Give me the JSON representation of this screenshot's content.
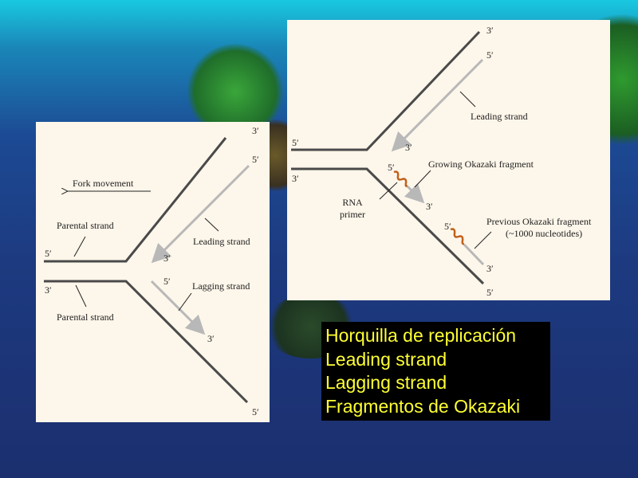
{
  "left_diagram": {
    "fork_movement": "Fork movement",
    "parental_strand_top": "Parental strand",
    "parental_strand_bottom": "Parental strand",
    "leading_strand": "Leading strand",
    "lagging_strand": "Lagging strand",
    "end_top_3": "3′",
    "end_top_5": "5′",
    "end_left_5": "5′",
    "end_left_3": "3′",
    "leading_3": "3′",
    "lagging_5": "5′",
    "lagging_3": "3′",
    "end_bottom_5": "5′"
  },
  "right_diagram": {
    "end_top_3": "3′",
    "end_top_5": "5′",
    "leading_strand": "Leading strand",
    "leading_3": "3′",
    "end_left_5": "5′",
    "end_left_3": "3′",
    "growing_5": "5′",
    "growing_label": "Growing Okazaki fragment",
    "rna": "RNA",
    "primer": "primer",
    "growing_3": "3′",
    "previous_5": "5′",
    "previous_label": "Previous Okazaki fragment",
    "previous_sub": "(~1000 nucleotides)",
    "previous_3": "3′",
    "end_bottom_5": "5′"
  },
  "caption": {
    "lines": [
      "Horquilla de replicación",
      "Leading strand",
      "Lagging strand",
      "Fragmentos de Okazaki"
    ]
  },
  "colors": {
    "parental": "#4a4a4a",
    "new_strand": "#b8b8b8",
    "primer": "#c0601a",
    "caption_text": "#ffff33"
  }
}
